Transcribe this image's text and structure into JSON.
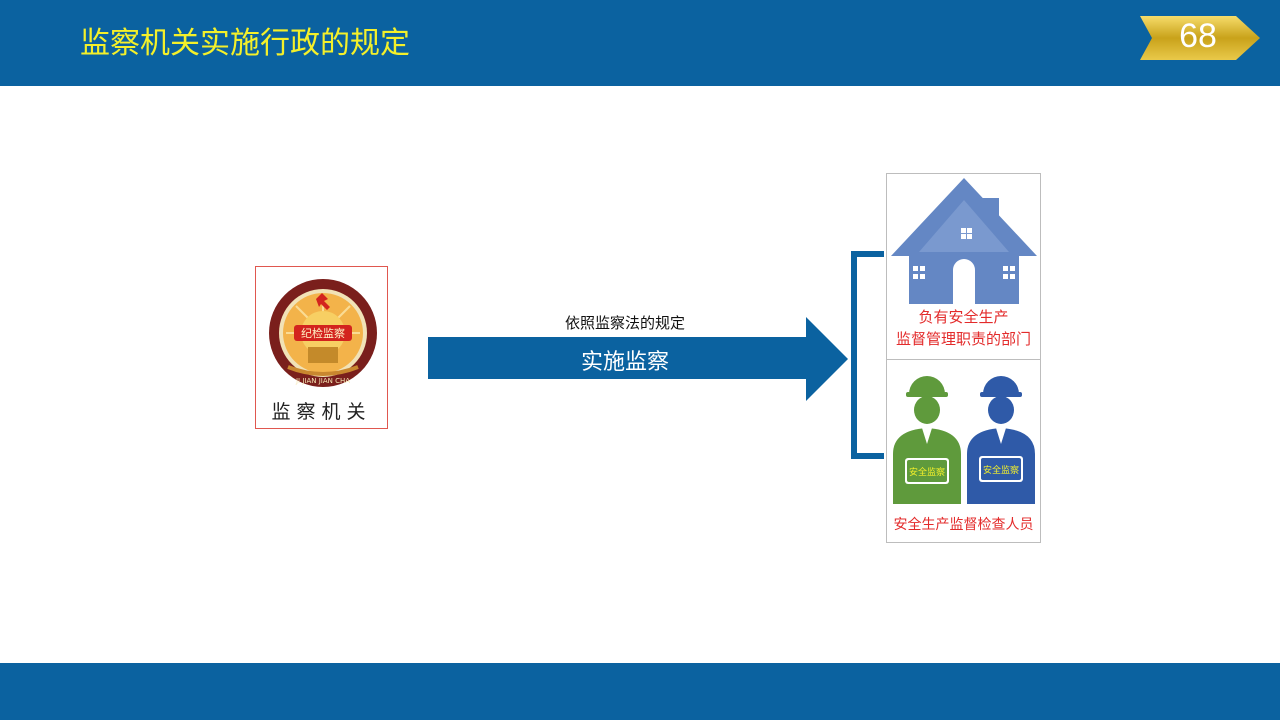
{
  "header": {
    "title": "监察机关实施行政的规定",
    "page_number": "68"
  },
  "diagram": {
    "source": {
      "label": "监察机关",
      "emblem_text": "纪检监察",
      "emblem_ring_text": "JI JIAN JIAN CHA"
    },
    "arrow": {
      "basis_text": "依照监察法的规定",
      "action_text": "实施监察"
    },
    "targets": [
      {
        "label_line1": "负有安全生产",
        "label_line2": "监督管理职责的部门",
        "icon": "building-icon"
      },
      {
        "label": "安全生产监督检查人员",
        "badge_text": "安全监察",
        "icon": "inspector-icon"
      }
    ]
  },
  "colors": {
    "header_bg": "#0b62a0",
    "title_text": "#f4f02a",
    "arrow": "#0b62a0",
    "target_text": "#e32b2b",
    "house": "#6487c4",
    "worker_green": "#5f9a3c",
    "worker_blue": "#2f5aa8"
  }
}
